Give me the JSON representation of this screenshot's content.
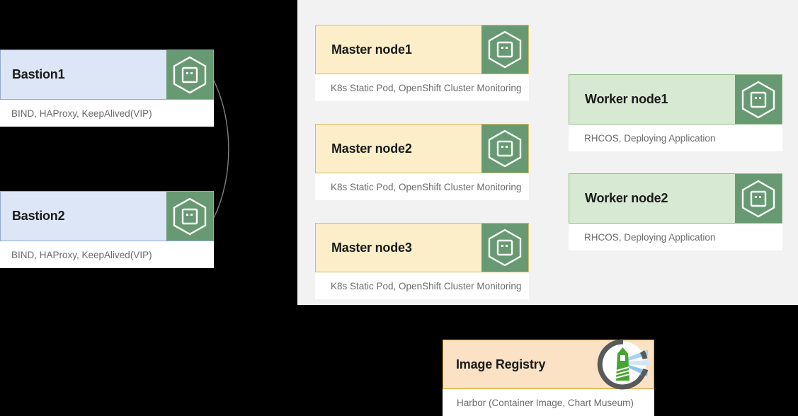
{
  "diagram": {
    "background_color": "#000000",
    "panel_color": "#f2f2f2",
    "connector_color": "#7f7f7f"
  },
  "palette": {
    "bastion_fill": "#dce6f7",
    "bastion_border": "#93a8d0",
    "master_fill": "#fbeec8",
    "master_border": "#d9bb61",
    "worker_fill": "#d7e9d2",
    "worker_border": "#8cba85",
    "registry_fill": "#fbe2c4",
    "registry_border": "#e0a02b",
    "icon_green": "#679a72",
    "sub_text": "#6b6b6b"
  },
  "nodes": {
    "bastion1": {
      "title": "Bastion1",
      "subtitle": "BIND, HAProxy, KeepAlived(VIP)",
      "icon": "server-hexagon-icon"
    },
    "bastion2": {
      "title": "Bastion2",
      "subtitle": "BIND, HAProxy, KeepAlived(VIP)",
      "icon": "server-hexagon-icon"
    },
    "master1": {
      "title": "Master node1",
      "subtitle": "K8s Static Pod, OpenShift Cluster Monitoring",
      "icon": "server-hexagon-icon"
    },
    "master2": {
      "title": "Master node2",
      "subtitle": "K8s Static Pod, OpenShift Cluster Monitoring",
      "icon": "server-hexagon-icon"
    },
    "master3": {
      "title": "Master node3",
      "subtitle": "K8s Static Pod, OpenShift Cluster Monitoring",
      "icon": "server-hexagon-icon"
    },
    "worker1": {
      "title": "Worker node1",
      "subtitle": "RHCOS, Deploying Application",
      "icon": "server-hexagon-icon"
    },
    "worker2": {
      "title": "Worker node2",
      "subtitle": "RHCOS, Deploying Application",
      "icon": "server-hexagon-icon"
    },
    "registry": {
      "title": "Image Registry",
      "subtitle": "Harbor (Container Image, Chart Museum)",
      "icon": "harbor-lighthouse-icon"
    }
  }
}
